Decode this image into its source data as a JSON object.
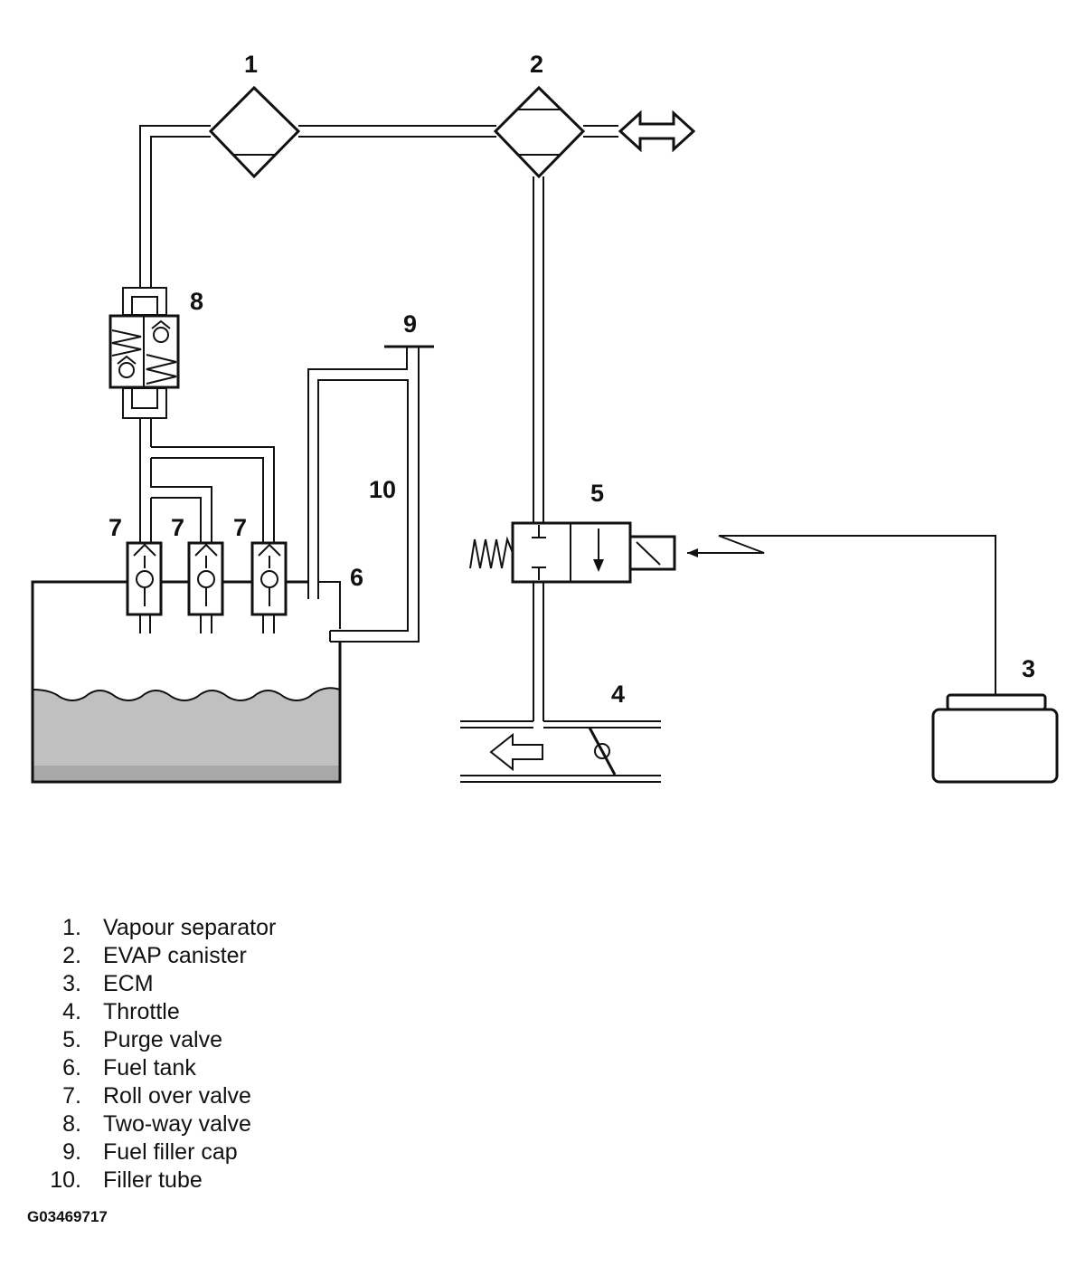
{
  "callouts": {
    "c1": "1",
    "c2": "2",
    "c3": "3",
    "c4": "4",
    "c5": "5",
    "c6": "6",
    "c7": "7",
    "c8": "8",
    "c9": "9",
    "c10": "10"
  },
  "legend": [
    {
      "num": "1.",
      "label": "Vapour separator"
    },
    {
      "num": "2.",
      "label": "EVAP canister"
    },
    {
      "num": "3.",
      "label": "ECM"
    },
    {
      "num": "4.",
      "label": "Throttle"
    },
    {
      "num": "5.",
      "label": "Purge valve"
    },
    {
      "num": "6.",
      "label": "Fuel tank"
    },
    {
      "num": "7.",
      "label": "Roll over valve"
    },
    {
      "num": "8.",
      "label": "Two-way valve"
    },
    {
      "num": "9.",
      "label": "Fuel filler cap"
    },
    {
      "num": "10.",
      "label": "Filler tube"
    }
  ],
  "figure_code": "G03469717",
  "colors": {
    "line": "#111111",
    "fuel": "#c0c0c0",
    "fuel_deep": "#a8a8a8"
  }
}
